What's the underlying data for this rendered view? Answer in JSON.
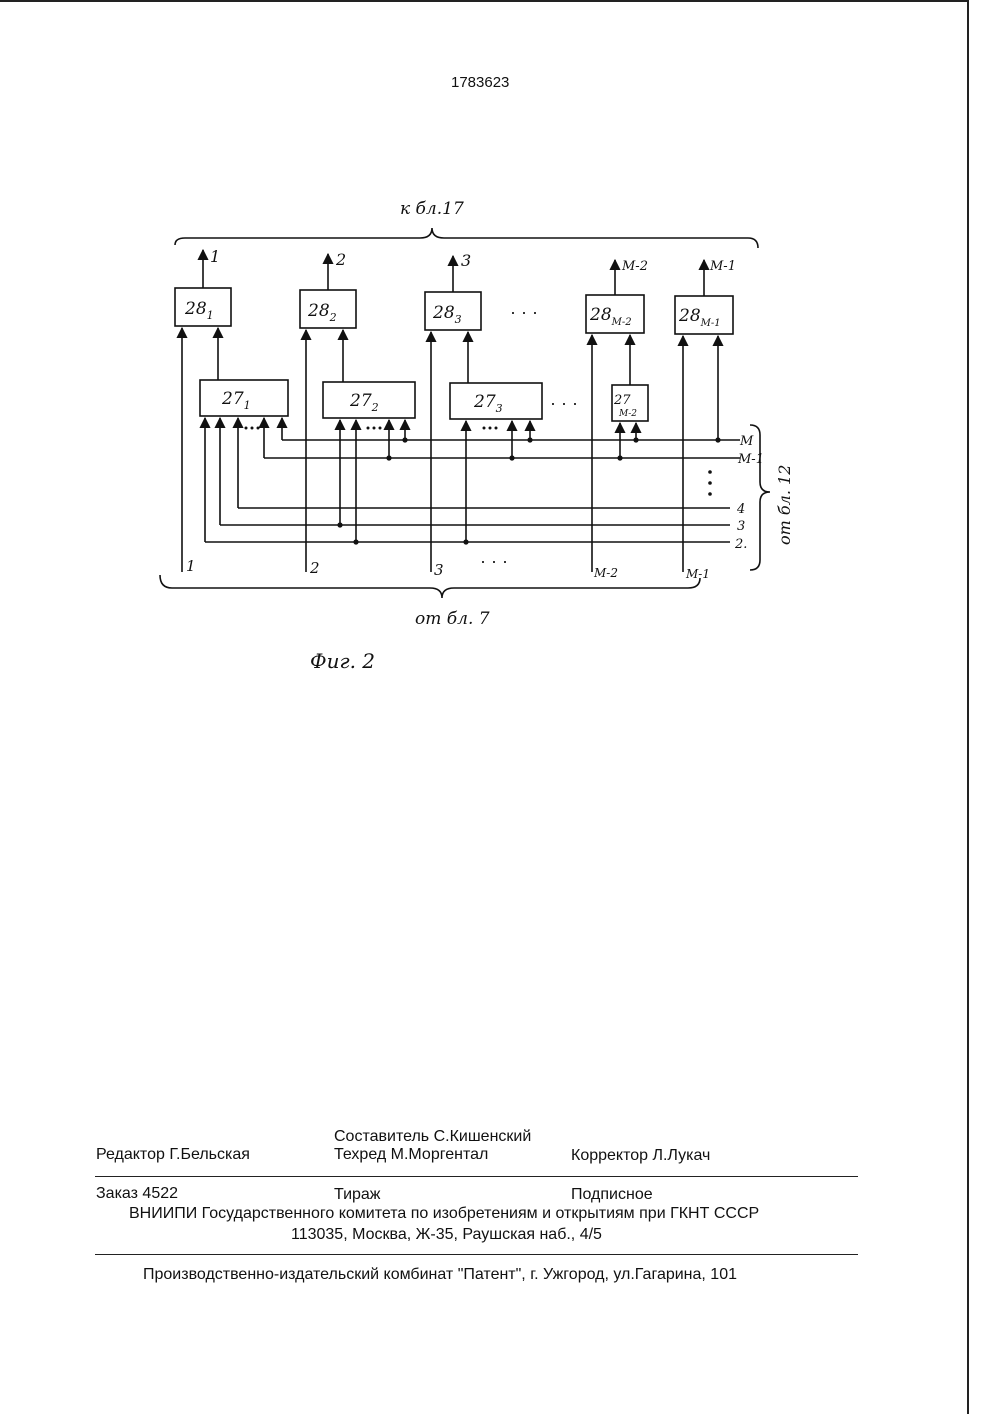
{
  "patent_number": "1783623",
  "figure": {
    "caption": "Фиг. 2",
    "top_label": "к бл.17",
    "bottom_label": "от бл. 7",
    "right_label": "от бл. 12",
    "outputs": [
      "1",
      "2",
      "3",
      "M-2",
      "M-1"
    ],
    "blocks28": [
      {
        "num": "28",
        "sub": "1"
      },
      {
        "num": "28",
        "sub": "2"
      },
      {
        "num": "28",
        "sub": "3"
      },
      {
        "num": "28",
        "sub": "M-2"
      },
      {
        "num": "28",
        "sub": "M-1"
      }
    ],
    "blocks27": [
      {
        "num": "27",
        "sub": "1"
      },
      {
        "num": "27",
        "sub": "2"
      },
      {
        "num": "27",
        "sub": "3"
      },
      {
        "num": "27",
        "sub": "M-2"
      }
    ],
    "bus_labels": [
      "M",
      "M-1",
      "4",
      "3",
      "2."
    ],
    "inputs": [
      "1",
      "2",
      "3",
      "M-2",
      "M-1"
    ],
    "ellipsis": "· · ·"
  },
  "imprint": {
    "compiler": "Составитель  С.Кишенский",
    "editor": "Редактор  Г.Бельская",
    "techred": "Техред М.Моргентал",
    "corrector": "Корректор   Л.Лукач",
    "order": "Заказ 4522",
    "circulation": "Тираж",
    "subscription": "Подписное",
    "institute": "ВНИИПИ Государственного комитета по изобретениям и открытиям при ГКНТ СССР",
    "address": "113035, Москва, Ж-35, Раушская наб., 4/5",
    "publisher": "Производственно-издательский комбинат \"Патент\", г. Ужгород, ул.Гагарина, 101"
  }
}
